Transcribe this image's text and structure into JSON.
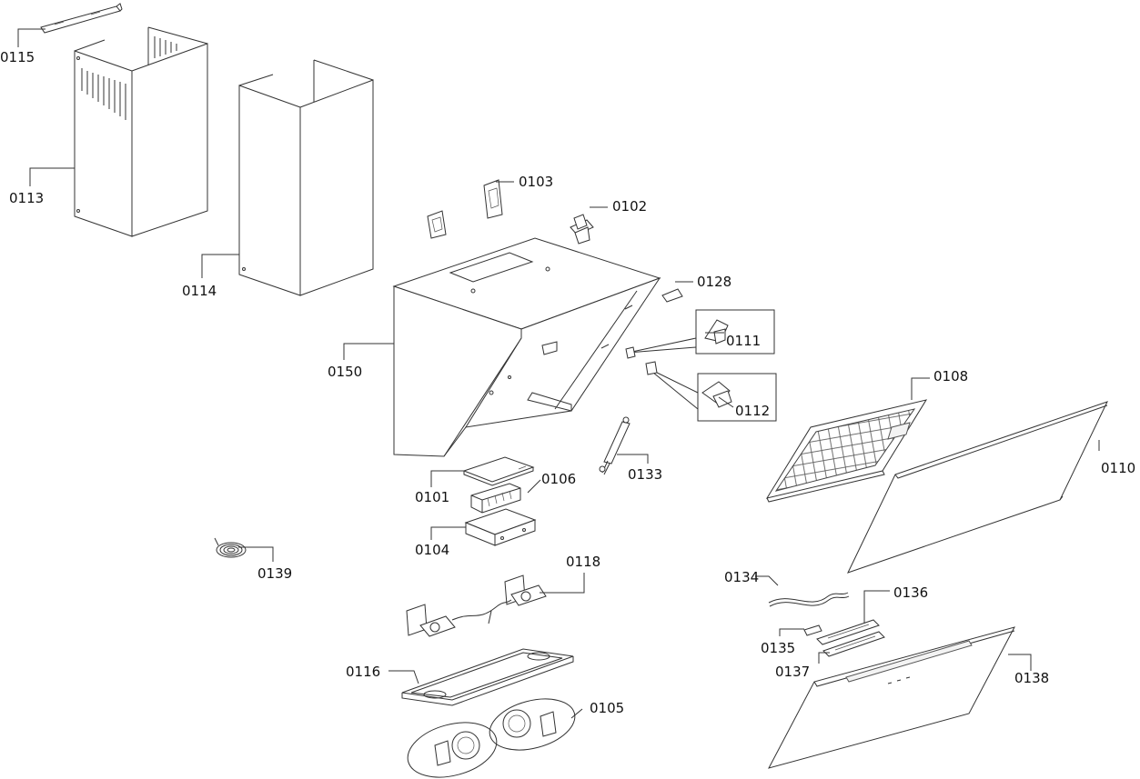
{
  "labels": {
    "p0115": "0115",
    "p0113": "0113",
    "p0114": "0114",
    "p0103": "0103",
    "p0102": "0102",
    "p0128": "0128",
    "p0111": "0111",
    "p0112": "0112",
    "p0150": "0150",
    "p0108": "0108",
    "p0110": "0110",
    "p0101": "0101",
    "p0106": "0106",
    "p0133": "0133",
    "p0104": "0104",
    "p0139": "0139",
    "p0118": "0118",
    "p0134": "0134",
    "p0136": "0136",
    "p0135": "0135",
    "p0137": "0137",
    "p0138": "0138",
    "p0116": "0116",
    "p0105": "0105"
  }
}
